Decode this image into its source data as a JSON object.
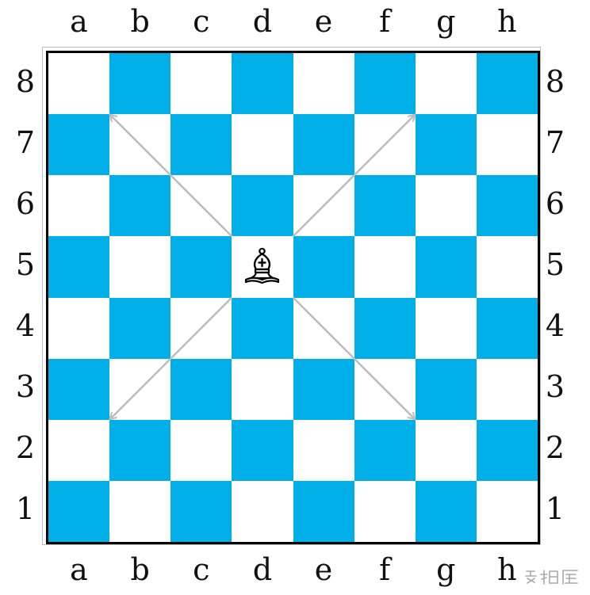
{
  "board": {
    "files": [
      "a",
      "b",
      "c",
      "d",
      "e",
      "f",
      "g",
      "h"
    ],
    "ranks": [
      "8",
      "7",
      "6",
      "5",
      "4",
      "3",
      "2",
      "1"
    ],
    "dark_square_color": "#00aee8",
    "light_square_color": "#ffffff",
    "border_color": "#000000",
    "arrow_color": "#bcbcbc"
  },
  "piece": {
    "type": "bishop",
    "color": "white",
    "square": "d5",
    "icon": "white-bishop-icon"
  },
  "move_arrows": [
    {
      "from": "d5",
      "to": "b7"
    },
    {
      "from": "d5",
      "to": "f7"
    },
    {
      "from": "d5",
      "to": "b3"
    },
    {
      "from": "d5",
      "to": "f3"
    }
  ],
  "watermark": {
    "icon": "chess-site-logo-icon"
  }
}
